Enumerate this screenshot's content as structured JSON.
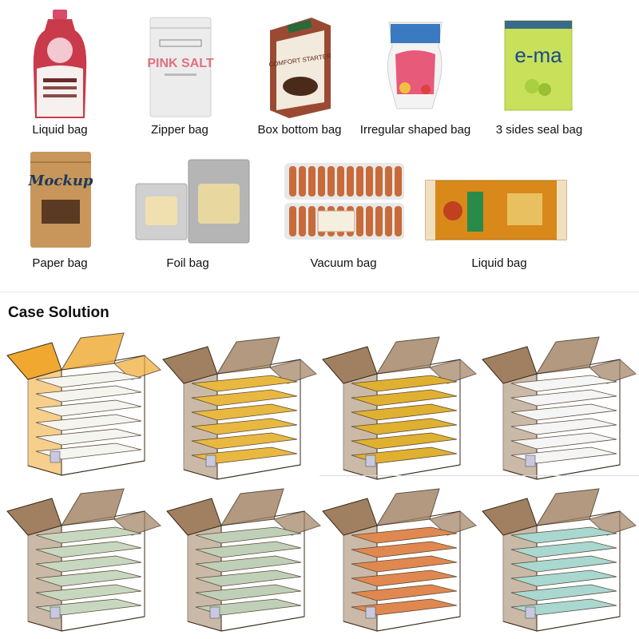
{
  "bag_types_top": [
    {
      "label": "Liquid bag",
      "icon": "spout-pouch-icon",
      "color": "#c93a4a"
    },
    {
      "label": "Zipper bag",
      "icon": "zipper-pouch-icon",
      "color": "#e8e8e8",
      "text": "PINK SALT"
    },
    {
      "label": "Box bottom bag",
      "icon": "box-bottom-pouch-icon",
      "color": "#8a3a2a",
      "text": "COMFORT STARTER"
    },
    {
      "label": "Irregular shaped bag",
      "icon": "shaped-pouch-icon",
      "color": "#e85a7a"
    },
    {
      "label": "3 sides seal bag",
      "icon": "flat-pouch-icon",
      "color": "#c8e05a",
      "text": "e-ma"
    }
  ],
  "bag_types_bottom": [
    {
      "label": "Paper bag",
      "icon": "kraft-pouch-icon",
      "color": "#c8965a",
      "text": "Mockup"
    },
    {
      "label": "Foil bag",
      "icon": "foil-pouch-icon",
      "color": "#bdbdbd"
    },
    {
      "label": "Vacuum bag",
      "icon": "vacuum-pack-icon",
      "color": "#c86a3a"
    },
    {
      "label": "Liquid bag",
      "icon": "pillow-bag-icon",
      "color": "#d8891a"
    }
  ],
  "case_section": {
    "title": "Case Solution",
    "cases": [
      {
        "icon": "open-carton-icon",
        "fill": "#f0a830",
        "pack": "#f5f5f0"
      },
      {
        "icon": "open-carton-icon",
        "fill": "#a08060",
        "pack": "#e8b840"
      },
      {
        "icon": "open-carton-icon",
        "fill": "#a08060",
        "pack": "#e0b030"
      },
      {
        "icon": "open-carton-icon",
        "fill": "#a08060",
        "pack": "#f5f5f5"
      },
      {
        "icon": "open-carton-icon",
        "fill": "#a08060",
        "pack": "#c8d8c0"
      },
      {
        "icon": "open-carton-icon",
        "fill": "#a08060",
        "pack": "#c0d0b8"
      },
      {
        "icon": "open-carton-icon",
        "fill": "#a08060",
        "pack": "#e08850"
      },
      {
        "icon": "open-carton-icon",
        "fill": "#a08060",
        "pack": "#a8d8d0"
      }
    ]
  }
}
